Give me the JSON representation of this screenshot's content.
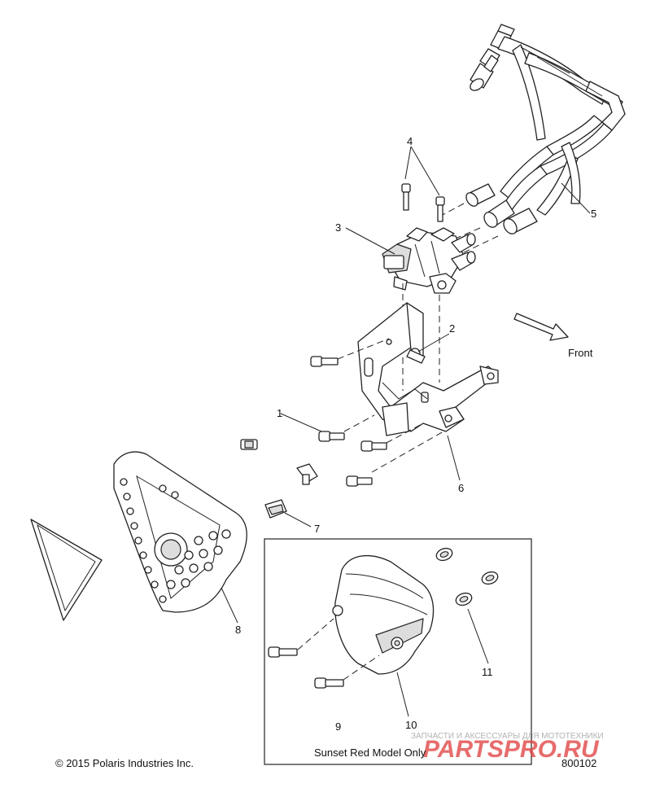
{
  "callouts": {
    "c1": "1",
    "c2": "2",
    "c3": "3",
    "c4": "4",
    "c5": "5",
    "c6": "6",
    "c7": "7",
    "c8": "8",
    "c9": "9",
    "c10": "10",
    "c11": "11"
  },
  "direction_label": "Front",
  "inset_caption": "Sunset Red Model Only",
  "copyright": "© 2015 Polaris Industries Inc.",
  "diagram_number": "800102",
  "watermark": {
    "tagline": "ЗАПЧАСТИ И АКСЕССУАРЫ ДЛЯ МОТОТЕХНИКИ",
    "brand": "PARTSPRO.RU",
    "color": "#e03c3c"
  }
}
